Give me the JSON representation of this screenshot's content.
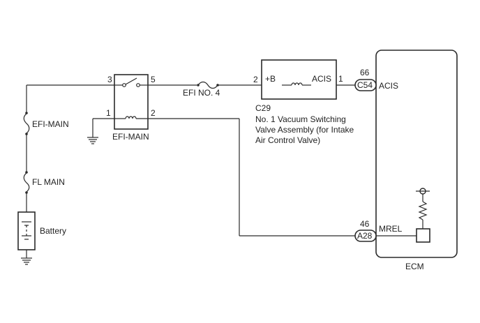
{
  "colors": {
    "line": "#2a2a2a",
    "text": "#222222",
    "background": "#ffffff"
  },
  "fuses": {
    "efi_main": "EFI-MAIN",
    "fl_main": "FL MAIN",
    "efi_no4": "EFI NO. 4"
  },
  "battery": {
    "label": "Battery"
  },
  "relay": {
    "label": "EFI-MAIN",
    "pin3": "3",
    "pin5": "5",
    "pin1": "1",
    "pin2": "2"
  },
  "vsv": {
    "code": "C29",
    "name_line1": "No. 1 Vacuum Switching",
    "name_line2": "Valve Assembly (for Intake",
    "name_line3": "Air Control Valve)",
    "terminal_plus": "+B",
    "terminal_acis": "ACIS",
    "pin2": "2",
    "pin1": "1"
  },
  "ecm": {
    "label": "ECM",
    "conn1": {
      "connector": "C54",
      "pin": "66",
      "terminal": "ACIS"
    },
    "conn2": {
      "connector": "A28",
      "pin": "46",
      "terminal": "MREL"
    }
  }
}
